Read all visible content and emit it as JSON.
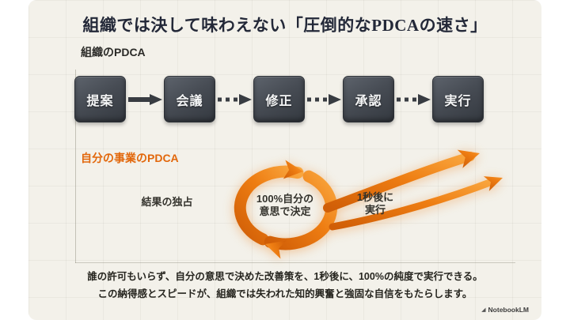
{
  "page": {
    "title": "組織では決して味わえない「圧倒的なPDCAの速さ」",
    "watermark": "NotebookLM"
  },
  "org_pdca": {
    "label": "組織のPDCA",
    "steps": [
      "提案",
      "会議",
      "修正",
      "承認",
      "実行"
    ]
  },
  "own_pdca": {
    "label": "自分の事業のPDCA",
    "result_label": "結果の独占",
    "decision_line1": "100%自分の",
    "decision_line2": "意思で決定",
    "speed_line1": "1秒後に",
    "speed_line2": "実行"
  },
  "footer": {
    "line1": "誰の許可もいらず、自分の意思で決めた改善策を、1秒後に、100%の純度で実行できる。",
    "line2": "この納得感とスピードが、組織では失われた知的興奮と強固な自信をもたらします。"
  },
  "colors": {
    "accent_orange": "#e8720c",
    "box_dark": "#4a4f57",
    "background": "#f3f1ea"
  }
}
